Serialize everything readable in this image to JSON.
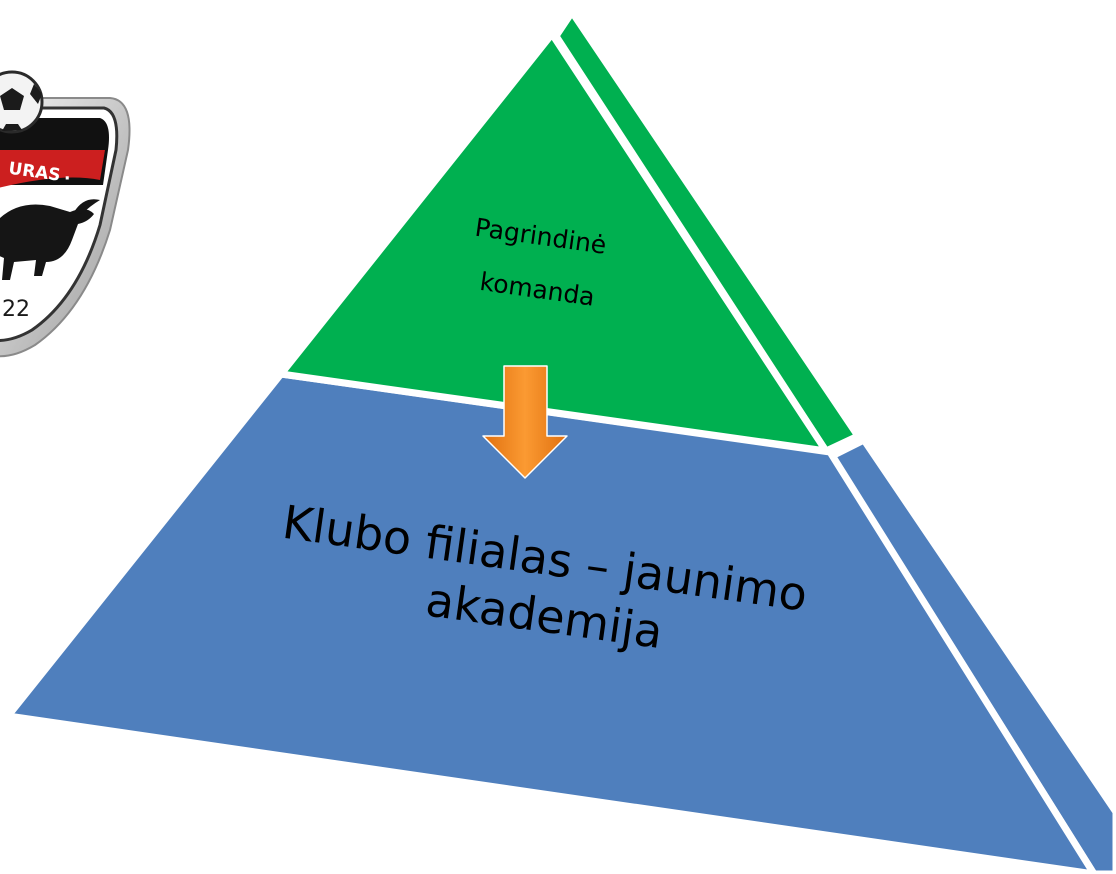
{
  "diagram": {
    "type": "pyramid",
    "tiers": [
      {
        "label_lines": [
          "Pagrindinė",
          "komanda"
        ],
        "color": "#00b050",
        "side_color": "#00b050"
      },
      {
        "label_lines": [
          "Klubo filialas – jaunimo",
          "akademija"
        ],
        "color": "#4f7fbd",
        "side_color": "#4f7fbd"
      }
    ],
    "connector": {
      "direction": "down",
      "color": "#f58a1f"
    }
  },
  "logo": {
    "ring_text": "URAS",
    "year_text": "22",
    "ring_color": "#cc1f1f",
    "band_color": "#111111",
    "rim_color": "#d8d8d8"
  }
}
